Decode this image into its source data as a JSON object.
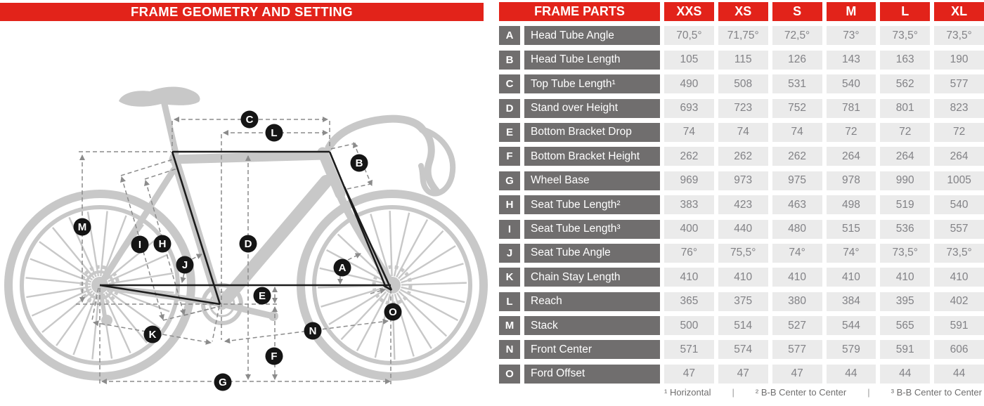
{
  "left_panel": {
    "title": "FRAME GEOMETRY AND SETTING"
  },
  "table": {
    "title": "FRAME PARTS",
    "size_headers": [
      "XXS",
      "XS",
      "S",
      "M",
      "L",
      "XL"
    ],
    "rows": [
      {
        "key": "A",
        "label": "Head Tube Angle",
        "values": [
          "70,5°",
          "71,75°",
          "72,5°",
          "73°",
          "73,5°",
          "73,5°"
        ]
      },
      {
        "key": "B",
        "label": "Head Tube Length",
        "values": [
          "105",
          "115",
          "126",
          "143",
          "163",
          "190"
        ]
      },
      {
        "key": "C",
        "label": "Top Tube Length¹",
        "values": [
          "490",
          "508",
          "531",
          "540",
          "562",
          "577"
        ]
      },
      {
        "key": "D",
        "label": "Stand over Height",
        "values": [
          "693",
          "723",
          "752",
          "781",
          "801",
          "823"
        ]
      },
      {
        "key": "E",
        "label": "Bottom Bracket Drop",
        "values": [
          "74",
          "74",
          "74",
          "72",
          "72",
          "72"
        ]
      },
      {
        "key": "F",
        "label": "Bottom Bracket Height",
        "values": [
          "262",
          "262",
          "262",
          "264",
          "264",
          "264"
        ]
      },
      {
        "key": "G",
        "label": "Wheel Base",
        "values": [
          "969",
          "973",
          "975",
          "978",
          "990",
          "1005"
        ]
      },
      {
        "key": "H",
        "label": "Seat Tube Length²",
        "values": [
          "383",
          "423",
          "463",
          "498",
          "519",
          "540"
        ]
      },
      {
        "key": "I",
        "label": "Seat Tube Length³",
        "values": [
          "400",
          "440",
          "480",
          "515",
          "536",
          "557"
        ]
      },
      {
        "key": "J",
        "label": "Seat Tube Angle",
        "values": [
          "76°",
          "75,5°",
          "74°",
          "74°",
          "73,5°",
          "73,5°"
        ]
      },
      {
        "key": "K",
        "label": "Chain Stay Length",
        "values": [
          "410",
          "410",
          "410",
          "410",
          "410",
          "410"
        ]
      },
      {
        "key": "L",
        "label": "Reach",
        "values": [
          "365",
          "375",
          "380",
          "384",
          "395",
          "402"
        ]
      },
      {
        "key": "M",
        "label": "Stack",
        "values": [
          "500",
          "514",
          "527",
          "544",
          "565",
          "591"
        ]
      },
      {
        "key": "N",
        "label": "Front Center",
        "values": [
          "571",
          "574",
          "577",
          "579",
          "591",
          "606"
        ]
      },
      {
        "key": "O",
        "label": "Ford Offset",
        "values": [
          "47",
          "47",
          "47",
          "44",
          "44",
          "44"
        ]
      }
    ],
    "footnotes": [
      "¹ Horizontal",
      "² B-B Center to Center",
      "³ B-B Center to Center"
    ],
    "footnote_separator": "|"
  },
  "colors": {
    "accent_red": "#e2231a",
    "cell_dark": "#706e6e",
    "cell_light": "#ebebeb",
    "value_text": "#828286",
    "silhouette": "#c8c8c8",
    "dimension_line": "#8b8b8b",
    "geometry_line": "#1c1c1c"
  }
}
